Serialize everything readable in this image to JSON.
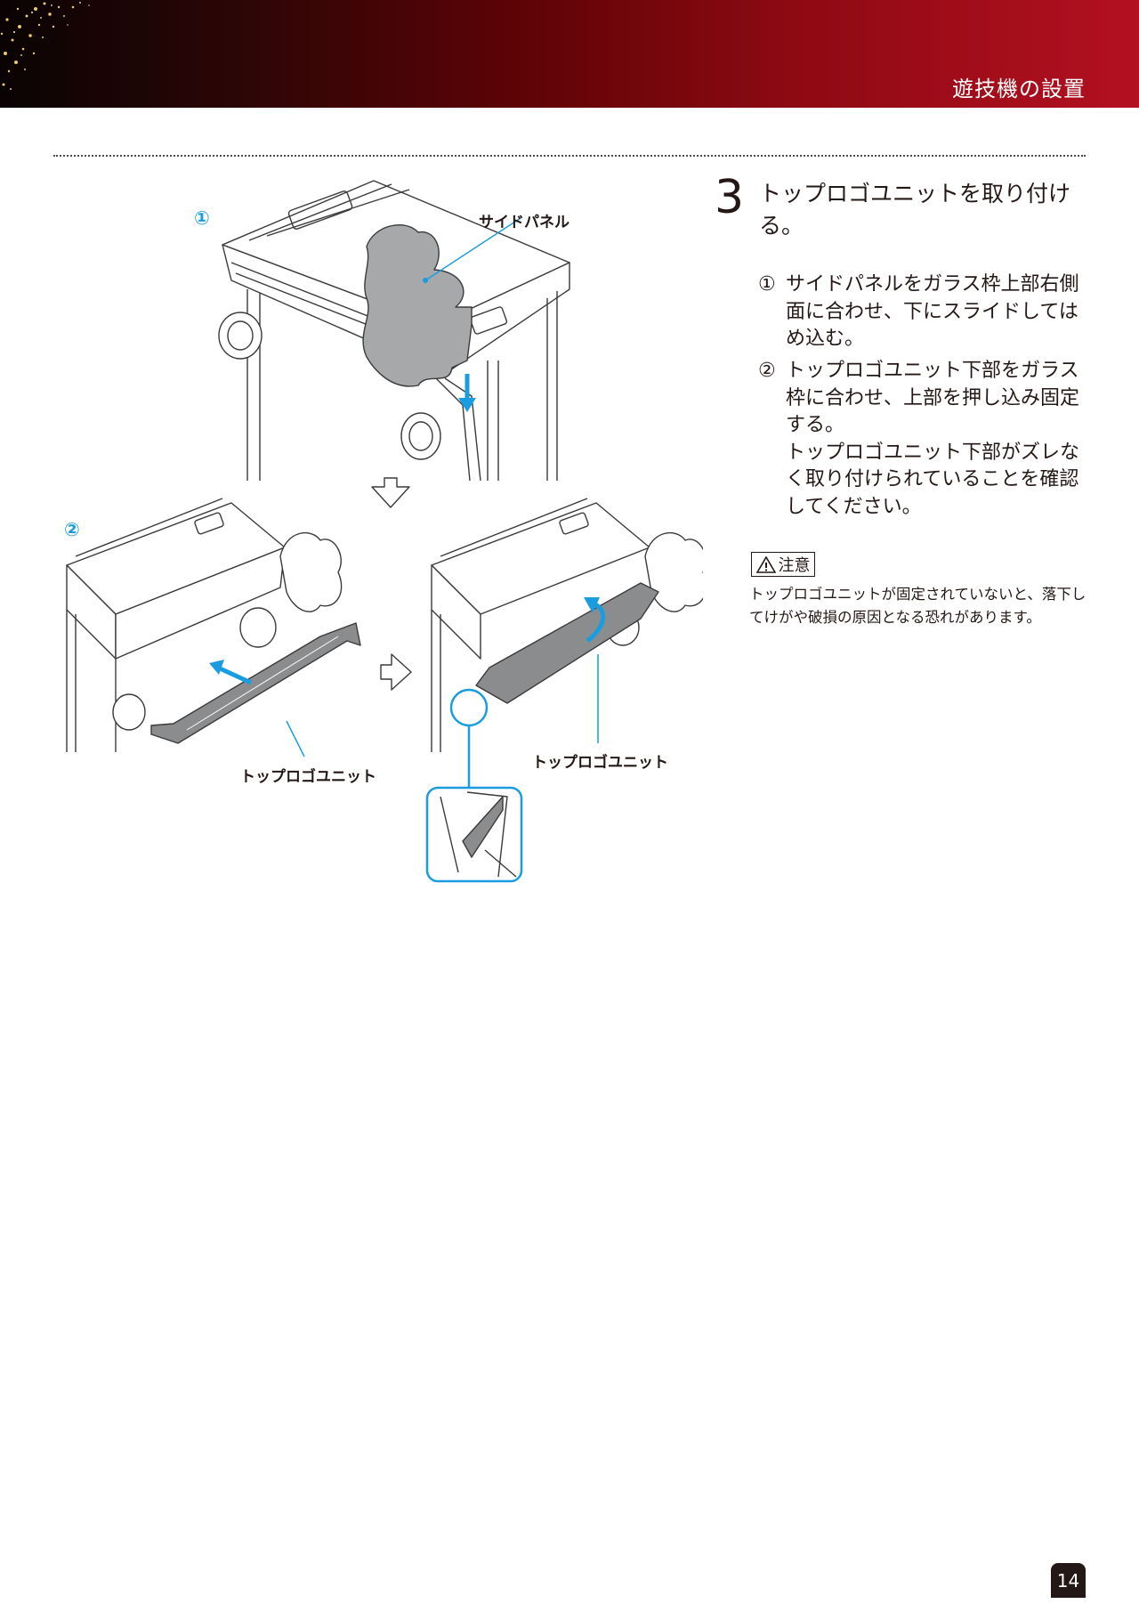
{
  "header": {
    "section_title": "遊技機の設置"
  },
  "figure": {
    "step1_marker": "①",
    "step2_marker": "②",
    "side_panel_label": "サイドパネル",
    "top_logo_label_left": "トップロゴユニット",
    "top_logo_label_right": "トップロゴユニット"
  },
  "step": {
    "number": "3",
    "title": "トップロゴユニットを取り付ける。",
    "items": [
      {
        "marker": "①",
        "text": "サイドパネルをガラス枠上部右側面に合わせ、下にスライドしてはめ込む。"
      },
      {
        "marker": "②",
        "text": "トップロゴユニット下部をガラス枠に合わせ、上部を押し込み固定する。",
        "note": "トップロゴユニット下部がズレなく取り付けられていることを確認してください。"
      }
    ]
  },
  "caution": {
    "label": "注意",
    "text": "トップロゴユニットが固定されていないと、落下してけがや破損の原因となる恐れがあります。"
  },
  "page_number": "14",
  "colors": {
    "header_dark": "#0a0303",
    "header_red": "#b31021",
    "accent_blue": "#1a9de0",
    "text": "#231815"
  }
}
